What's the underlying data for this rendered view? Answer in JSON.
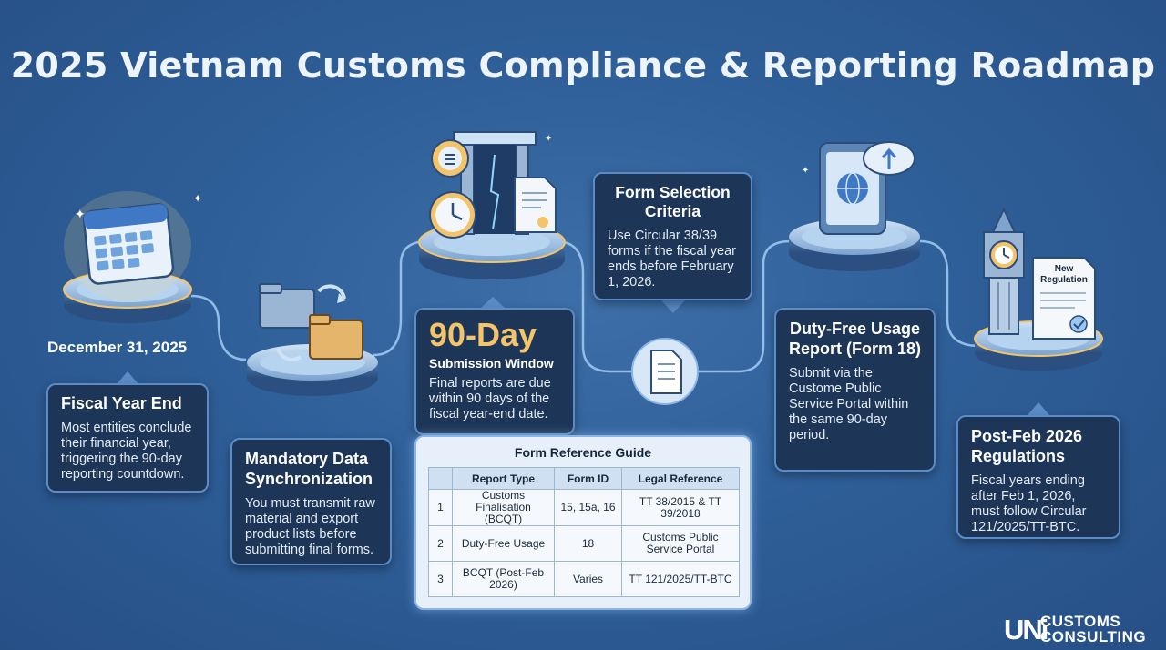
{
  "title": "2025 Vietnam Customs Compliance & Reporting Roadmap",
  "milestone_date": "December 31, 2025",
  "cards": {
    "fiscal_year_end": {
      "title": "Fiscal Year End",
      "text": "Most entities conclude their financial year, triggering the 90-day reporting countdown."
    },
    "data_sync": {
      "title": "Mandatory Data Synchronization",
      "text": "You must transmit raw material and export product lists before submitting final forms."
    },
    "ninety_day": {
      "big": "90-Day",
      "subtitle": "Submission Window",
      "text": "Final reports are due within 90 days of the fiscal year-end date."
    },
    "form_selection": {
      "title": "Form Selection Criteria",
      "text": "Use Circular 38/39 forms if the fiscal year ends before February 1, 2026."
    },
    "duty_free": {
      "title": "Duty-Free Usage Report (Form 18)",
      "text": "Submit via the Custome Public Service Portal within the same 90-day period."
    },
    "post_feb": {
      "title": "Post-Feb 2026 Regulations",
      "text": "Fiscal years ending after Feb 1, 2026, must follow Circular 121/2025/TT-BTC."
    }
  },
  "new_regulation_doc": "New Regulation",
  "reference_guide": {
    "title": "Form Reference Guide",
    "headers": [
      "",
      "Report Type",
      "Form ID",
      "Legal Reference"
    ],
    "rows": [
      [
        "1",
        "Customs Finalisation (BCQT)",
        "15, 15a, 16",
        "TT 38/2015 & TT 39/2018"
      ],
      [
        "2",
        "Duty-Free Usage",
        "18",
        "Customs Public Service Portal"
      ],
      [
        "3",
        "BCQT (Post-Feb 2026)",
        "Varies",
        "TT 121/2025/TT-BTC"
      ]
    ]
  },
  "logo": {
    "mark": "UNi",
    "line1": "CUSTOMS",
    "line2": "CONSULTING"
  },
  "colors": {
    "background": "#2f5f98",
    "card": "#1d3556",
    "card_border": "#5b8cc8",
    "accent_gold": "#f4c46b",
    "connector": "#9cc6f2"
  }
}
